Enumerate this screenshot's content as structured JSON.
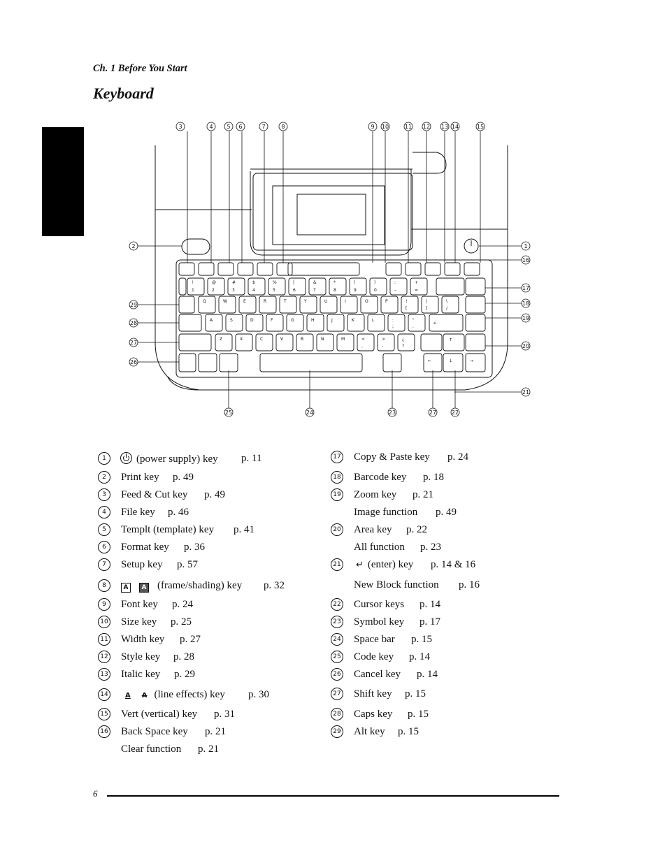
{
  "header": {
    "chapter": "Ch. 1 Before You Start",
    "title": "Keyboard"
  },
  "footer": {
    "page_number": "6"
  },
  "diagram": {
    "callout_numbers": [
      "1",
      "2",
      "3",
      "4",
      "5",
      "6",
      "7",
      "8",
      "9",
      "10",
      "11",
      "12",
      "13",
      "14",
      "15",
      "16",
      "17",
      "18",
      "19",
      "20",
      "21",
      "22",
      "23",
      "24",
      "25",
      "26",
      "27",
      "28",
      "29"
    ],
    "row1_labels": [
      "! 1",
      "@ 2",
      "# 3",
      "$ 4",
      "% 5",
      "| 6",
      "& 7",
      "* 8",
      "( 9",
      ") 0",
      ": –",
      "+ ="
    ],
    "row2_labels": [
      "Q",
      "W",
      "E",
      "R",
      "T",
      "Y",
      "U",
      "I",
      "O",
      "P",
      "! [",
      "| ]",
      "\\ /"
    ],
    "row3_labels": [
      "A",
      "S",
      "D",
      "F",
      "G",
      "H",
      "J",
      "K",
      "L",
      ": ;",
      "\" ."
    ],
    "row4_labels": [
      "Z",
      "X",
      "C",
      "V",
      "B",
      "N",
      "M",
      "< ,",
      "> -",
      "¿ ?"
    ]
  },
  "entries": {
    "e1": {
      "num": "1",
      "name": "(power supply) key",
      "page": "p. 11"
    },
    "e2": {
      "num": "2",
      "name": "Print key",
      "page": "p. 49"
    },
    "e3": {
      "num": "3",
      "name": "Feed & Cut key",
      "page": "p. 49"
    },
    "e4": {
      "num": "4",
      "name": "File key",
      "page": "p. 46"
    },
    "e5": {
      "num": "5",
      "name": "Templt (template) key",
      "page": "p. 41"
    },
    "e6": {
      "num": "6",
      "name": "Format key",
      "page": "p. 36"
    },
    "e7": {
      "num": "7",
      "name": "Setup key",
      "page": "p. 57"
    },
    "e8": {
      "num": "8",
      "name": "(frame/shading) key",
      "page": "p. 32"
    },
    "e9": {
      "num": "9",
      "name": "Font key",
      "page": "p. 24"
    },
    "e10": {
      "num": "10",
      "name": "Size key",
      "page": "p. 25"
    },
    "e11": {
      "num": "11",
      "name": "Width key",
      "page": "p. 27"
    },
    "e12": {
      "num": "12",
      "name": "Style key",
      "page": "p. 28"
    },
    "e13": {
      "num": "13",
      "name": "Italic key",
      "page": "p. 29"
    },
    "e14": {
      "num": "14",
      "name": "(line effects) key",
      "page": "p. 30"
    },
    "e15": {
      "num": "15",
      "name": "Vert (vertical) key",
      "page": "p. 31"
    },
    "e16": {
      "num": "16",
      "name": "Back Space key",
      "page": "p. 21"
    },
    "e16b": {
      "name": "Clear function",
      "page": "p. 21"
    },
    "e17": {
      "num": "17",
      "name": "Copy & Paste key",
      "page": "p. 24"
    },
    "e18": {
      "num": "18",
      "name": "Barcode key",
      "page": "p. 18"
    },
    "e19": {
      "num": "19",
      "name": "Zoom key",
      "page": "p. 21"
    },
    "e19b": {
      "name": "Image function",
      "page": "p. 49"
    },
    "e20": {
      "num": "20",
      "name": "Area key",
      "page": "p. 22"
    },
    "e20b": {
      "name": "All function",
      "page": "p. 23"
    },
    "e21": {
      "num": "21",
      "name": "(enter) key",
      "page": "p. 14 & 16"
    },
    "e21b": {
      "name": "New Block function",
      "page": "p. 16"
    },
    "e22": {
      "num": "22",
      "name": "Cursor keys",
      "page": "p. 14"
    },
    "e23": {
      "num": "23",
      "name": "Symbol key",
      "page": "p. 17"
    },
    "e24": {
      "num": "24",
      "name": "Space bar",
      "page": "p. 15"
    },
    "e25": {
      "num": "25",
      "name": "Code key",
      "page": "p. 14"
    },
    "e26": {
      "num": "26",
      "name": "Cancel key",
      "page": "p. 14"
    },
    "e27": {
      "num": "27",
      "name": "Shift key",
      "page": "p. 15"
    },
    "e28": {
      "num": "28",
      "name": "Caps key",
      "page": "p. 15"
    },
    "e29": {
      "num": "29",
      "name": "Alt key",
      "page": "p. 15"
    }
  }
}
